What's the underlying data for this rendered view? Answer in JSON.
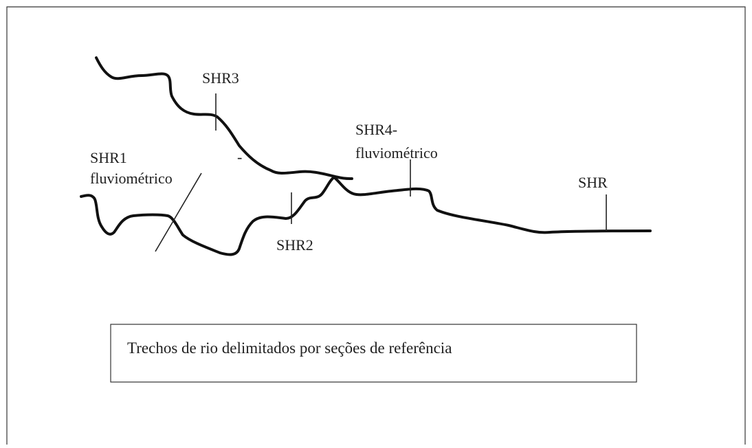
{
  "labels": {
    "shr3": "SHR3",
    "shr1_line1": "SHR1",
    "shr1_line2": "fluviométrico",
    "shr4_line1": "SHR4-",
    "shr4_line2": "fluviométrico",
    "shr": "SHR",
    "shr2": "SHR2",
    "dash": "-"
  },
  "caption": "Trechos de rio delimitados por seções de referência",
  "colors": {
    "river": "#111111",
    "text": "#1f1f1f",
    "border": "#333333",
    "background": "#ffffff"
  }
}
